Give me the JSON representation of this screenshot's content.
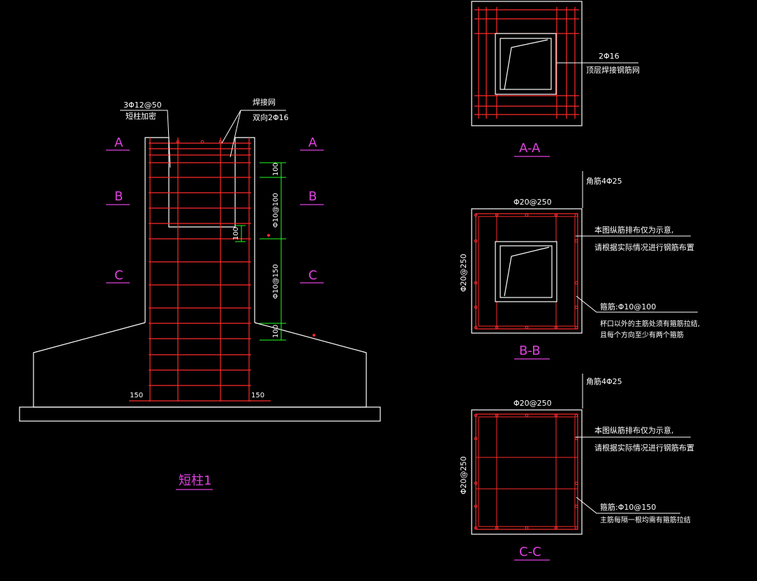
{
  "colors": {
    "background": "#000000",
    "outline": "#ffffff",
    "rebar": "#ff2a2a",
    "dimension": "#22ff22",
    "section_label": "#e040e0",
    "annotation": "#ffffff"
  },
  "elevation": {
    "title": "短柱1",
    "section_marks": [
      "A",
      "B",
      "C"
    ],
    "label_top_left_line1": "3Φ12@50",
    "label_top_left_line2": "短柱加密",
    "label_top_right_line1": "焊接网",
    "label_top_right_line2": "双向2Φ16",
    "dim_top": "100",
    "dim_dense": "Φ10@100",
    "dim_mid": "100",
    "dim_normal": "Φ10@150",
    "dim_bottom": "100",
    "dim_left_bottom": "150",
    "dim_right_bottom": "150"
  },
  "section_aa": {
    "title": "A-A",
    "note_line1": "2Φ16",
    "note_line2": "顶层焊接钢筋网"
  },
  "section_bb": {
    "title": "B-B",
    "corner_bars": "角筋4Φ25",
    "top_dim": "Φ20@250",
    "side_dim": "Φ20@250",
    "note1_line1": "本图纵筋排布仅为示意,",
    "note1_line2": "请根据实际情况进行钢筋布置",
    "stirrup": "箍筋:Φ10@100",
    "note2_line1": "杯口以外的主筋处须有箍筋拉结,",
    "note2_line2": "且每个方向至少有两个箍筋"
  },
  "section_cc": {
    "title": "C-C",
    "corner_bars": "角筋4Φ25",
    "top_dim": "Φ20@250",
    "side_dim": "Φ20@250",
    "note1_line1": "本图纵筋排布仅为示意,",
    "note1_line2": "请根据实际情况进行钢筋布置",
    "stirrup": "箍筋:Φ10@150",
    "note2_line1": "主筋每隔一根均需有箍筋拉结"
  }
}
